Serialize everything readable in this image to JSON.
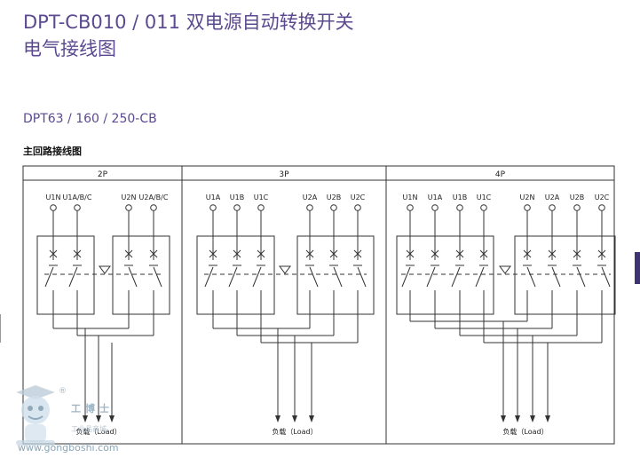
{
  "title_line1": "DPT-CB010 / 011 双电源自动转换开关",
  "title_line2": "电气接线图",
  "model_line": "DPT63 / 160 / 250-CB",
  "section_title": "主回路接线图",
  "watermark": {
    "name": "工博士",
    "sub": "工业品商城",
    "url": "www.gongboshi.com",
    "mark": "®"
  },
  "colors": {
    "title": "#5b4a8f",
    "accent_tab": "#3d3471",
    "line": "#333333"
  },
  "panels": [
    {
      "header": "2P",
      "terminals_1": [
        "U1N",
        "U1A/B/C"
      ],
      "terminals_2": [
        "U2N",
        "U2A/B/C"
      ],
      "load_label": "负载（Load）"
    },
    {
      "header": "3P",
      "terminals_1": [
        "U1A",
        "U1B",
        "U1C"
      ],
      "terminals_2": [
        "U2A",
        "U2B",
        "U2C"
      ],
      "load_label": "负载（Load）"
    },
    {
      "header": "4P",
      "terminals_1": [
        "U1N",
        "U1A",
        "U1B",
        "U1C"
      ],
      "terminals_2": [
        "U2N",
        "U2A",
        "U2B",
        "U2C"
      ],
      "load_label": "负载（Load）"
    }
  ]
}
